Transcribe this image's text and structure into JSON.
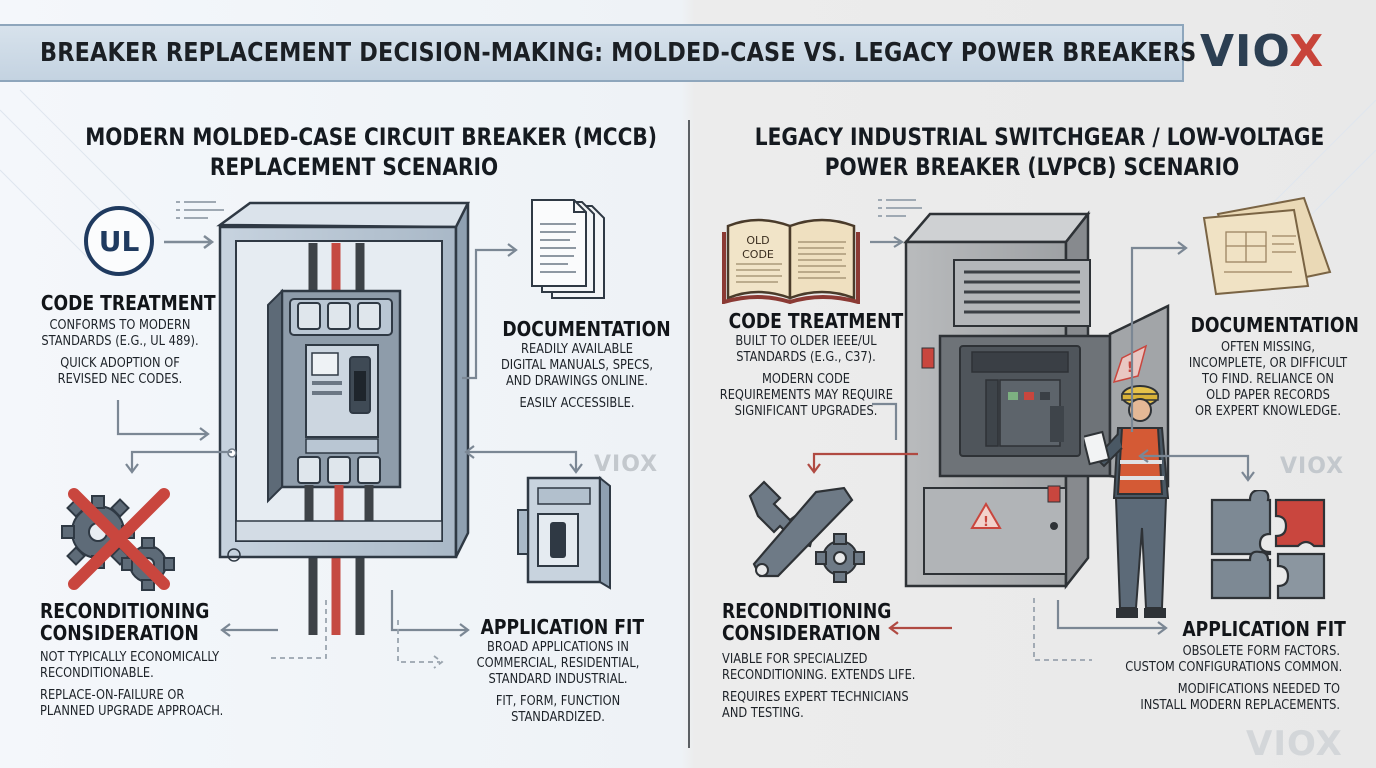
{
  "title": "BREAKER REPLACEMENT DECISION-MAKING: MOLDED-CASE VS. LEGACY POWER BREAKERS",
  "brand": {
    "logo_main": "VIO",
    "logo_x": "X",
    "watermark": "VIOX",
    "accent": "#c8443a",
    "navy": "#2c3f52"
  },
  "left": {
    "title_line1": "MODERN MOLDED-CASE CIRCUIT BREAKER (MCCB)",
    "title_line2": "REPLACEMENT SCENARIO",
    "ul_mark": "UL",
    "code": {
      "heading": "CODE TREATMENT",
      "line1": "CONFORMS TO MODERN",
      "line2": "STANDARDS (e.g., UL 489).",
      "line3": "QUICK ADOPTION OF",
      "line4": "REVISED NEC CODES."
    },
    "docs": {
      "heading": "DOCUMENTATION",
      "line1": "READILY AVAILABLE",
      "line2": "DIGITAL MANUALS, SPECS,",
      "line3": "AND DRAWINGS ONLINE.",
      "line4": "EASILY ACCESSIBLE."
    },
    "recon": {
      "heading1": "RECONDITIONING",
      "heading2": "CONSIDERATION",
      "line1": "NOT TYPICALLY ECONOMICALLY",
      "line2": "RECONDITIONABLE.",
      "line3": "REPLACE-ON-FAILURE OR",
      "line4": "PLANNED UPGRADE APPROACH."
    },
    "app": {
      "heading": "APPLICATION FIT",
      "line1": "BROAD APPLICATIONS IN",
      "line2": "COMMERCIAL, RESIDENTIAL,",
      "line3": "STANDARD INDUSTRIAL.",
      "line4": "FIT, FORM, FUNCTION",
      "line5": "STANDARDIZED."
    }
  },
  "right": {
    "title_line1": "LEGACY INDUSTRIAL SWITCHGEAR / LOW-VOLTAGE",
    "title_line2": "POWER BREAKER (LVPCB) SCENARIO",
    "book_label1": "OLD",
    "book_label2": "CODE",
    "code": {
      "heading": "CODE TREATMENT",
      "line1": "BUILT TO OLDER IEEE/UL",
      "line2": "STANDARDS (e.g., C37).",
      "line3": "MODERN CODE",
      "line4": "REQUIREMENTS MAY REQUIRE",
      "line5": "SIGNIFICANT UPGRADES."
    },
    "docs": {
      "heading": "DOCUMENTATION",
      "line1": "OFTEN MISSING,",
      "line2": "INCOMPLETE, OR DIFFICULT",
      "line3": "TO FIND. RELIANCE ON",
      "line4": "OLD PAPER RECORDS",
      "line5": "OR EXPERT KNOWLEDGE."
    },
    "recon": {
      "heading1": "RECONDITIONING",
      "heading2": "CONSIDERATION",
      "line1": "VIABLE FOR SPECIALIZED",
      "line2": "RECONDITIONING. EXTENDS LIFE.",
      "line3": "REQUIRES EXPERT TECHNICIANS",
      "line4": "AND TESTING."
    },
    "app": {
      "heading": "APPLICATION FIT",
      "line1": "OBSOLETE FORM FACTORS.",
      "line2": "CUSTOM CONFIGURATIONS COMMON.",
      "line3": "MODIFICATIONS NEEDED TO",
      "line4": "INSTALL MODERN REPLACEMENTS."
    }
  }
}
